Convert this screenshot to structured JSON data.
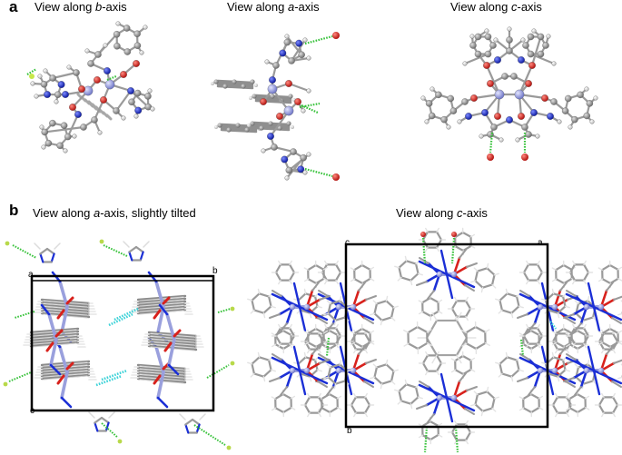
{
  "panel_a": {
    "letter": "a",
    "views": [
      {
        "prefix": "View along ",
        "axis": "b",
        "suffix": "-axis"
      },
      {
        "prefix": "View along ",
        "axis": "a",
        "suffix": "-axis"
      },
      {
        "prefix": "View along ",
        "axis": "c",
        "suffix": "-axis"
      }
    ]
  },
  "panel_b": {
    "letter": "b",
    "views": [
      {
        "prefix": "View along ",
        "axis": "a",
        "suffix": "-axis, slightly tilted"
      },
      {
        "prefix": "View along ",
        "axis": "c",
        "suffix": "-axis"
      }
    ],
    "cell_left_labels": {
      "origin": "a",
      "top_right": "b",
      "bottom_left": "c"
    },
    "cell_right_labels": {
      "origin": "c",
      "top_right": "a",
      "bottom_left": "b"
    }
  },
  "colors": {
    "carbon": "#8c8c8c",
    "hydrogen": "#e8e8e8",
    "oxygen": "#d8211c",
    "nitrogen": "#1b2fd6",
    "metal": "#9aa0dd",
    "hbond": "#37c23a",
    "hbond_cyan": "#3cd2d8"
  }
}
